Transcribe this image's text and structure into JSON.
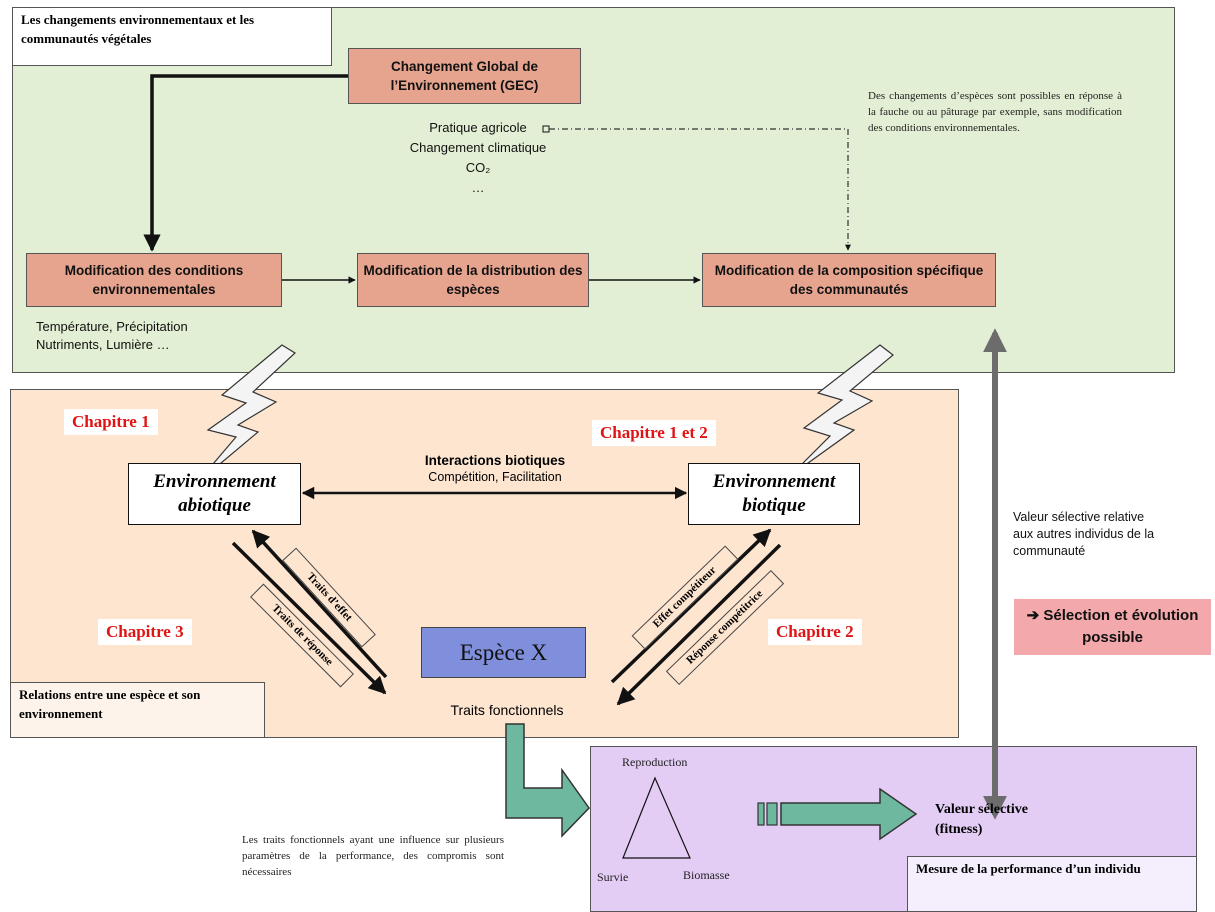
{
  "top_panel": {
    "title": "Les changements environnementaux et les communautés végétales",
    "gec": "Changement Global de l’Environnement (GEC)",
    "drivers": [
      "Pratique agricole",
      "Changement climatique",
      "CO₂",
      "…"
    ],
    "note": "Des changements d’espèces sont possibles en réponse à la fauche ou au pâturage par exemple, sans modification des conditions environnementales.",
    "box_conditions": "Modification des conditions environnementales",
    "box_distribution": "Modification de la distribution des espèces",
    "box_composition": "Modification de la composition spécifique des communautés",
    "factors": [
      "Température, Précipitation",
      "Nutriments, Lumière …"
    ]
  },
  "mid_panel": {
    "title": "Relations entre une espèce et son environnement",
    "chap1": "Chapitre 1",
    "chap12": "Chapitre 1 et 2",
    "chap3": "Chapitre 3",
    "chap2": "Chapitre 2",
    "abiotic": "Environnement abiotique",
    "biotic": "Environnement biotique",
    "interactions_title": "Interactions biotiques",
    "interactions_sub": "Compétition, Facilitation",
    "species": "Espèce X",
    "traits": "Traits fonctionnels",
    "traits_effet": "Traits d’effet",
    "traits_reponse": "Traits de réponse",
    "effet_comp": "Effet compétiteur",
    "reponse_comp": "Réponse compétitrice"
  },
  "bottom_panel": {
    "title": "Mesure de la performance d’un individu",
    "reproduction": "Reproduction",
    "survie": "Survie",
    "biomasse": "Biomasse",
    "valeur": "Valeur sélective (fitness)"
  },
  "side": {
    "valeur_relative": "Valeur sélective relative aux autres individus de la communauté",
    "selection": "➔ Sélection et évolution possible"
  },
  "footnote": "Les traits fonctionnels ayant une influence sur plusieurs paramètres de la performance, des compromis sont nécessaires",
  "colors": {
    "top_panel": "#e3efd4",
    "mid_panel": "#fde5d0",
    "bottom_panel": "#e4cdf5",
    "orange_box": "#e6a48f",
    "species_box": "#7f8fdc",
    "chapter_text": "#e01414",
    "teal_arrow": "#6fb8a0",
    "selection_box": "#f3a9ab"
  }
}
